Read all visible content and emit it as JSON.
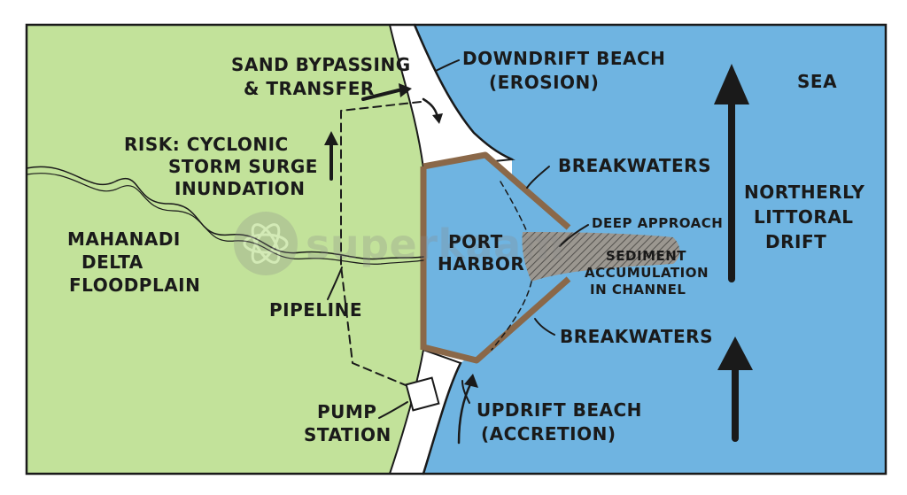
{
  "colors": {
    "land": "#c2e29a",
    "sea": "#6fb4e1",
    "beach": "#ffffff",
    "breakwater": "#8a6849",
    "ink": "#1a1a1a",
    "sediment": "#8c7a6a"
  },
  "labels": {
    "sand_bypassing": [
      "SAND BYPASSING",
      "& TRANSFER"
    ],
    "downdrift_beach": [
      "DOWNDRIFT BEACH",
      "(EROSION)"
    ],
    "sea": "SEA",
    "risk": [
      "RISK: CYCLONIC",
      "STORM SURGE",
      "INUNDATION"
    ],
    "breakwaters_top": "BREAKWATERS",
    "northerly_drift": [
      "NORTHERLY",
      "LITTORAL",
      "DRIFT"
    ],
    "deep_approach": "DEEP APPROACH",
    "floodplain": [
      "MAHANADI",
      "DELTA",
      "FLOODPLAIN"
    ],
    "port_harbor": [
      "PORT",
      "HARBOR"
    ],
    "sediment": [
      "SEDIMENT",
      "ACCUMULATION",
      "IN CHANNEL"
    ],
    "pipeline": "PIPELINE",
    "breakwaters_bottom": "BREAKWATERS",
    "pump_station": [
      "PUMP",
      "STATION"
    ],
    "updrift_beach": [
      "UPDRIFT BEACH",
      "(ACCRETION)"
    ]
  },
  "watermark": "superkaam"
}
